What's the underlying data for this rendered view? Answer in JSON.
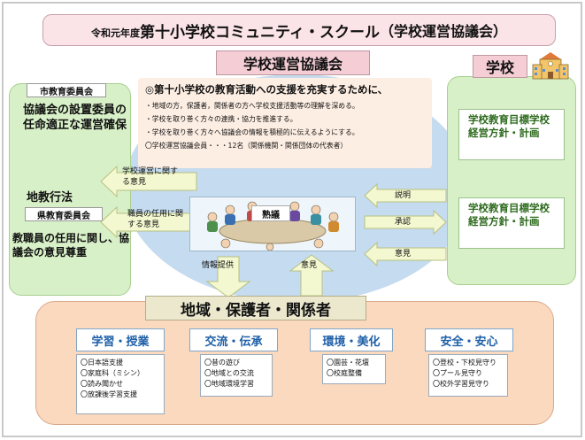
{
  "title": {
    "prefix": "令和元年度",
    "main": "第十小学校コミュニティ・スクール",
    "paren": "（学校運営協議会）"
  },
  "council": {
    "label": "学校運営協議会",
    "heading": "◎第十小学校の教育活動への支援を充実するために、",
    "lines": [
      "・地域の方，保護者，関係者の方へ学校支援活動等の理解を深める。",
      "・学校を取り巻く方々の連携・協力を推進する。",
      "・学校を取り巻く方々へ協議会の情報を積極的に伝えるようにする。",
      "〇学校運営協議会員・・・12名（関係機関・関係団体の代表者）"
    ]
  },
  "left": {
    "city_board": "市教育委員会",
    "city_role": "協議会の設置委員の任命適正な運営確保",
    "local_admin": "地教行法",
    "pref_board": "県教育委員会",
    "pref_role": "教職員の任用に関し、協議会の意見尊重"
  },
  "right": {
    "school": "学校",
    "box1": "学校教育目標学校経営方針・計画",
    "box2": "学校教育目標学校経営方針・計画"
  },
  "arrows": {
    "opinion_on_management": "学校運営に関する意見",
    "opinion_on_staff": "職員の任用に関する意見",
    "explain": "説明",
    "approve": "承認",
    "opinion": "意見",
    "info_provide": "情報提供",
    "opinion_up": "意見"
  },
  "meeting": {
    "label": "熟議"
  },
  "community": {
    "label": "地域・保護者・関係者",
    "categories": [
      {
        "name": "学習・授業",
        "items": [
          "〇日本語支援",
          "〇家庭科（ミシン）",
          "〇読み聞かせ",
          "〇放課後学習支援"
        ]
      },
      {
        "name": "交流・伝承",
        "items": [
          "〇昔の遊び",
          "〇地域との交流",
          "〇地域環境学習"
        ]
      },
      {
        "name": "環境・美化",
        "items": [
          "〇園芸・花壇",
          "〇校庭整備"
        ]
      },
      {
        "name": "安全・安心",
        "items": [
          "〇登校・下校見守り",
          "〇プール見守り",
          "〇校外学習見守り"
        ]
      }
    ]
  },
  "colors": {
    "pink": "#f4cdd5",
    "green_panel": "#d8f0c8",
    "blue_blob": "#c5dbef",
    "peach": "#fbd9bf",
    "arrow_fill": "#f4f8d0",
    "category_text": "#1e5fa8"
  },
  "icons": {
    "school": "school-building-icon",
    "meeting": "meeting-people-icon"
  }
}
